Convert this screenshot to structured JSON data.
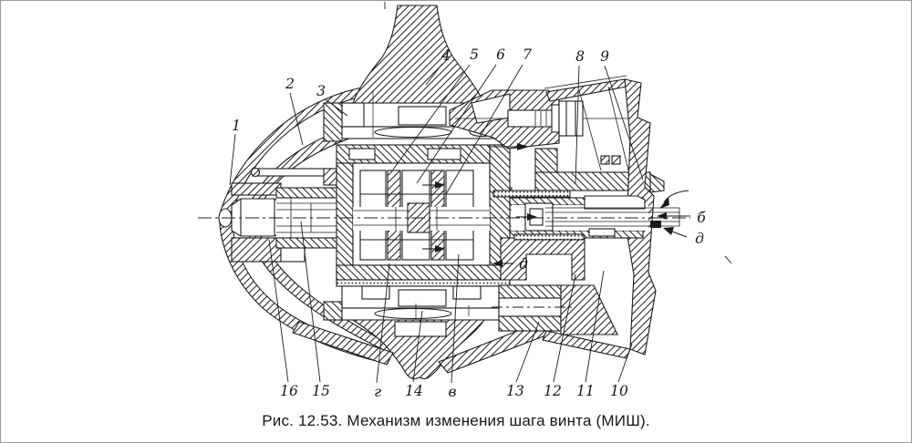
{
  "figure": {
    "caption": "Рис. 12.53. Механизм изменения шага винта (МИШ)."
  },
  "callouts": {
    "top": [
      "1",
      "2",
      "3",
      "4",
      "5",
      "6",
      "7",
      "8",
      "9"
    ],
    "bottom": [
      "16",
      "15",
      "г",
      "14",
      "в",
      "13",
      "12",
      "11",
      "10"
    ],
    "right": [
      "б",
      "д"
    ],
    "inner": [
      "д"
    ]
  },
  "colors": {
    "ink": "#1b1b1b",
    "paper": "#ffffff",
    "frame": "#9a9a9a"
  }
}
